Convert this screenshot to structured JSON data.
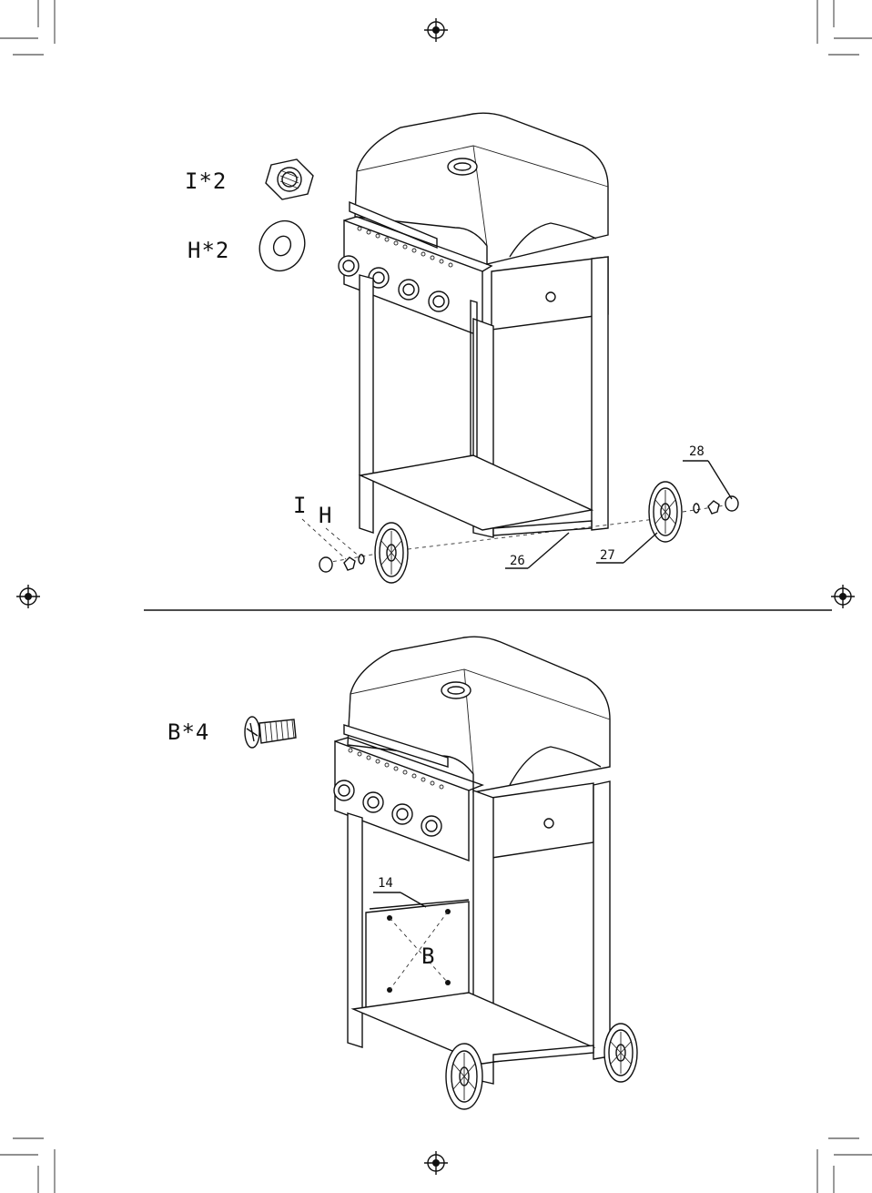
{
  "step_top": {
    "parts": [
      {
        "label": "I*2",
        "icon": "lock-nut-icon"
      },
      {
        "label": "H*2",
        "icon": "flat-washer-icon"
      }
    ],
    "callouts": {
      "i": "I",
      "h": "H",
      "p26": "26",
      "p27": "27",
      "p28": "28"
    }
  },
  "step_bottom": {
    "parts": [
      {
        "label": "B*4",
        "icon": "screw-bolt-icon"
      }
    ],
    "callouts": {
      "p14": "14",
      "b": "B"
    }
  },
  "print_marks": [
    "registration-mark-icon",
    "crop-mark-icon"
  ]
}
